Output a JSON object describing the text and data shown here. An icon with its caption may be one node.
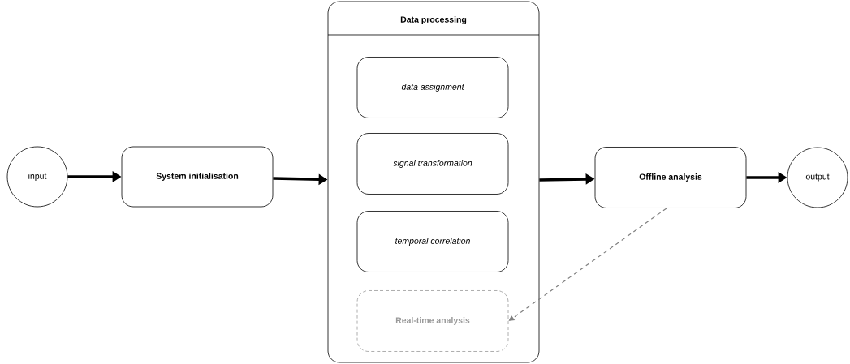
{
  "diagram": {
    "nodes": [
      {
        "text": [
          "input"
        ]
      },
      {
        "text": [
          "System initialisation"
        ]
      },
      {
        "text": [
          "Data processing"
        ]
      },
      {
        "text": [
          "data assignment"
        ],
        "in": 2
      },
      {
        "text": [
          "signal transformation"
        ],
        "in": 2
      },
      {
        "text": [
          "temporal correlation"
        ],
        "in": 2
      },
      {
        "text": [
          "Real-time analysis"
        ],
        "in": 2
      },
      {
        "text": [
          "Offline analysis"
        ]
      },
      {
        "text": [
          "output"
        ]
      }
    ],
    "edges": [
      {
        "from": 0,
        "to": 1,
        "arrow": "to"
      },
      {
        "from": 1,
        "to": 2,
        "arrow": "to"
      },
      {
        "from": 2,
        "to": 7,
        "arrow": "to"
      },
      {
        "from": 7,
        "to": 8,
        "arrow": "to"
      },
      {
        "from": 7,
        "to": 6,
        "arrow": "to",
        "style": "dashed",
        "color": "#808080"
      }
    ]
  }
}
